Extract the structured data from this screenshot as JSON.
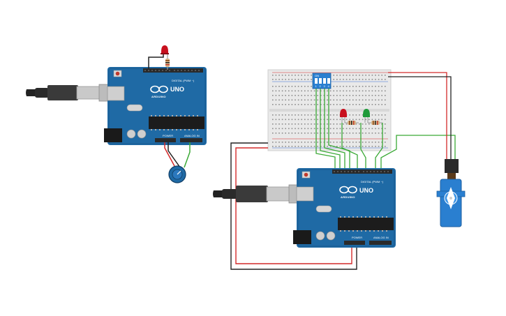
{
  "circuit": {
    "arduino_left": {
      "model_label": "UNO",
      "brand_label": "ARDUINO",
      "digital_header_label": "DIGITAL (PWM ~)",
      "power_label": "POWER",
      "analog_label": "ANALOG IN"
    },
    "arduino_right": {
      "model_label": "UNO",
      "brand_label": "ARDUINO",
      "digital_header_label": "DIGITAL (PWM ~)",
      "power_label": "POWER",
      "analog_label": "ANALOG IN"
    },
    "dip_switch": {
      "on_label": "ON",
      "positions": [
        "1",
        "2",
        "3",
        "4"
      ]
    },
    "colors": {
      "board_blue": "#1f6aa5",
      "wire_green": "#3aa935",
      "wire_red": "#d42a2a",
      "wire_black": "#222222",
      "led_red": "#c8101e",
      "led_green": "#1f9a3a",
      "servo_blue": "#2a7fd0",
      "breadboard": "#e9e9e9"
    },
    "icons": [
      "usb-cable-icon",
      "potentiometer-icon",
      "servo-icon",
      "led-icon",
      "resistor-icon"
    ]
  }
}
